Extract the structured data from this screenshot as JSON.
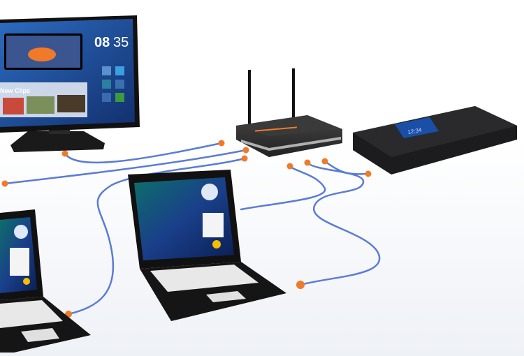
{
  "tv": {
    "clock_hours": "08",
    "clock_minutes": "35",
    "clips_heading": "New Clips"
  },
  "hub": {
    "display_time": "12:34"
  },
  "colors": {
    "cable": "#4a6fd0",
    "connector": "#f07a2a",
    "screen_blue": "#1f4f9e",
    "device_black": "#1c1c1e"
  }
}
